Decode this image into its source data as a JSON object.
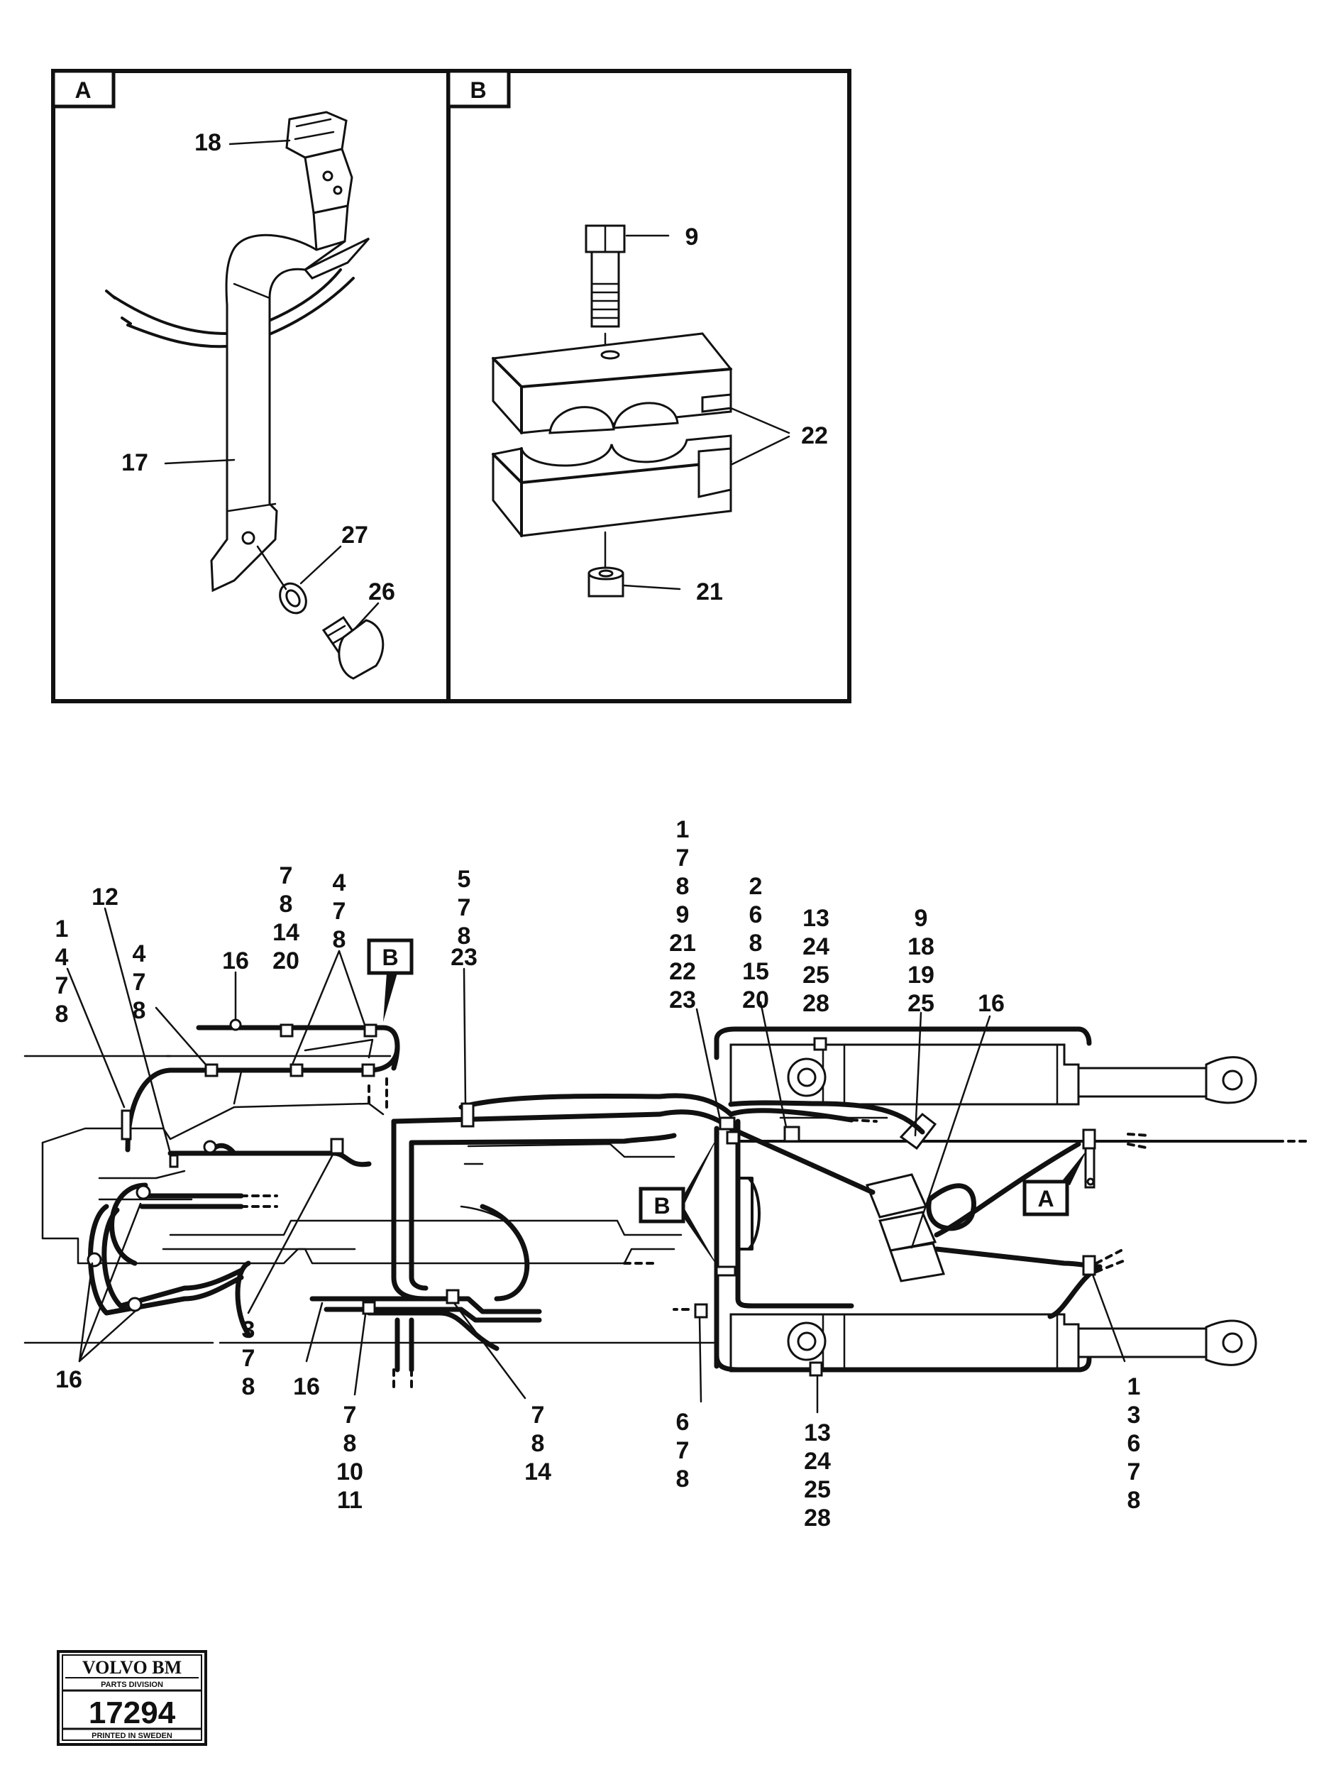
{
  "detail_views": {
    "a": {
      "tag": "A",
      "callouts": [
        "18",
        "17",
        "27",
        "26"
      ]
    },
    "b": {
      "tag": "B",
      "callouts": [
        "9",
        "22",
        "21"
      ]
    }
  },
  "assembly": {
    "tags": [
      "B",
      "B",
      "A"
    ],
    "callout_groups": [
      [
        "1",
        "4",
        "7",
        "8"
      ],
      [
        "12"
      ],
      [
        "4",
        "7",
        "8"
      ],
      [
        "16"
      ],
      [
        "7",
        "8",
        "14",
        "20"
      ],
      [
        "4",
        "7",
        "8"
      ],
      [
        "5",
        "7",
        "8",
        "23"
      ],
      [
        "1",
        "7",
        "8",
        "9",
        "21",
        "22",
        "23"
      ],
      [
        "2",
        "6",
        "8",
        "15",
        "20"
      ],
      [
        "13",
        "24",
        "25",
        "28"
      ],
      [
        "9",
        "18",
        "19",
        "25"
      ],
      [
        "16"
      ],
      [
        "16"
      ],
      [
        "3",
        "7",
        "8"
      ],
      [
        "16"
      ],
      [
        "7",
        "8",
        "10",
        "11"
      ],
      [
        "7",
        "8",
        "14"
      ],
      [
        "6",
        "7",
        "8"
      ],
      [
        "13",
        "24",
        "25",
        "28"
      ],
      [
        "1",
        "3",
        "6",
        "7",
        "8"
      ]
    ]
  },
  "stamp": {
    "brand": "VOLVO BM",
    "division": "PARTS DIVISION",
    "number": "17294",
    "printed": "PRINTED IN SWEDEN"
  }
}
